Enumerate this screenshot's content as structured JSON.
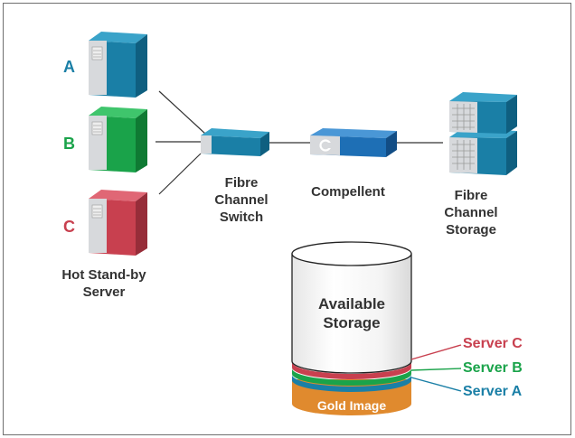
{
  "servers": [
    {
      "letter": "A",
      "color": "#1a7fa6"
    },
    {
      "letter": "B",
      "color": "#1aa34a"
    },
    {
      "letter": "C",
      "color": "#c8404f"
    }
  ],
  "labels": {
    "hot_standby": [
      "Hot Stand-by",
      "Server"
    ],
    "fc_switch": [
      "Fibre",
      "Channel",
      "Switch"
    ],
    "compellent": "Compellent",
    "fc_storage": [
      "Fibre",
      "Channel",
      "Storage"
    ],
    "available_storage": [
      "Available",
      "Storage"
    ],
    "gold_image": "Gold Image"
  },
  "layers": [
    {
      "label": "Server C",
      "color": "#c8404f"
    },
    {
      "label": "Server B",
      "color": "#1aa34a"
    },
    {
      "label": "Server A",
      "color": "#1a7fa6"
    }
  ],
  "colors": {
    "teal": "#1a7fa6",
    "green": "#1aa34a",
    "red": "#c8404f",
    "orange": "#e08a2e",
    "compellent_blue": "#1e6fb5",
    "text": "#333333"
  }
}
